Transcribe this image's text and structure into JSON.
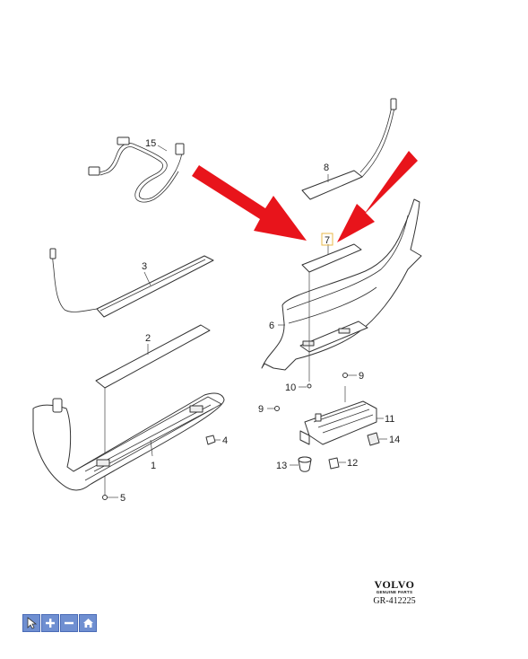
{
  "diagram": {
    "callouts": [
      {
        "id": "1",
        "label": "1"
      },
      {
        "id": "2",
        "label": "2"
      },
      {
        "id": "3",
        "label": "3"
      },
      {
        "id": "4",
        "label": "4"
      },
      {
        "id": "5",
        "label": "5"
      },
      {
        "id": "6",
        "label": "6"
      },
      {
        "id": "7",
        "label": "7"
      },
      {
        "id": "8",
        "label": "8"
      },
      {
        "id": "9a",
        "label": "9"
      },
      {
        "id": "9b",
        "label": "9"
      },
      {
        "id": "10",
        "label": "10"
      },
      {
        "id": "11",
        "label": "11"
      },
      {
        "id": "12",
        "label": "12"
      },
      {
        "id": "13",
        "label": "13"
      },
      {
        "id": "14",
        "label": "14"
      },
      {
        "id": "15",
        "label": "15"
      }
    ],
    "highlight": {
      "callout": "7",
      "color": "#e8141b"
    }
  },
  "brand": {
    "logo": "VOLVO",
    "subtitle": "GENUINE PARTS",
    "diagram_ref": "GR-412225"
  },
  "toolbar": {
    "buttons": [
      {
        "name": "select",
        "icon": "cursor-icon"
      },
      {
        "name": "zoom-in",
        "icon": "plus-icon"
      },
      {
        "name": "zoom-out",
        "icon": "minus-icon"
      },
      {
        "name": "home",
        "icon": "home-icon"
      }
    ],
    "color": "#6f8fd1"
  }
}
